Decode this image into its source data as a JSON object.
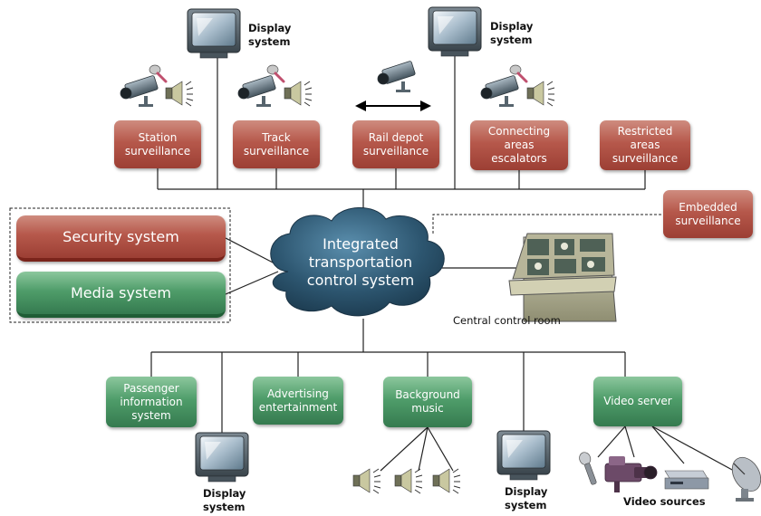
{
  "top_boxes": [
    {
      "label": "Station\nsurveillance"
    },
    {
      "label": "Track\nsurveillance"
    },
    {
      "label": "Rail depot\nsurveillance"
    },
    {
      "label": "Connecting\nareas\nescalators"
    },
    {
      "label": "Restricted\nareas\nsurveillance"
    }
  ],
  "embedded_box": {
    "label": "Embedded\nsurveillance"
  },
  "left_panel": {
    "security": "Security system",
    "media": "Media system"
  },
  "center": {
    "label": "Integrated\ntransportation\ncontrol system"
  },
  "control_room": {
    "label": "Central control room"
  },
  "bottom_boxes": [
    {
      "label": "Passenger\ninformation\nsystem"
    },
    {
      "label": "Advertising\nentertainment"
    },
    {
      "label": "Background\nmusic"
    },
    {
      "label": "Video server"
    }
  ],
  "display_labels": {
    "top_left": "Display\nsystem",
    "top_right": "Display\nsystem",
    "bottom_left": "Display\nsystem",
    "bottom_right": "Display\nsystem"
  },
  "video_sources": {
    "label": "Video sources"
  },
  "colors": {
    "red_box": "#b6584b",
    "green_box": "#4f9d6a",
    "cloud": "#2d5670",
    "line": "#222222"
  },
  "icons": [
    "tv-monitor-icon",
    "cctv-camera-icon",
    "microphone-icon",
    "loudspeaker-icon",
    "double-arrow-icon",
    "control-console-icon",
    "camcorder-icon",
    "video-recorder-icon",
    "satellite-dish-icon"
  ]
}
